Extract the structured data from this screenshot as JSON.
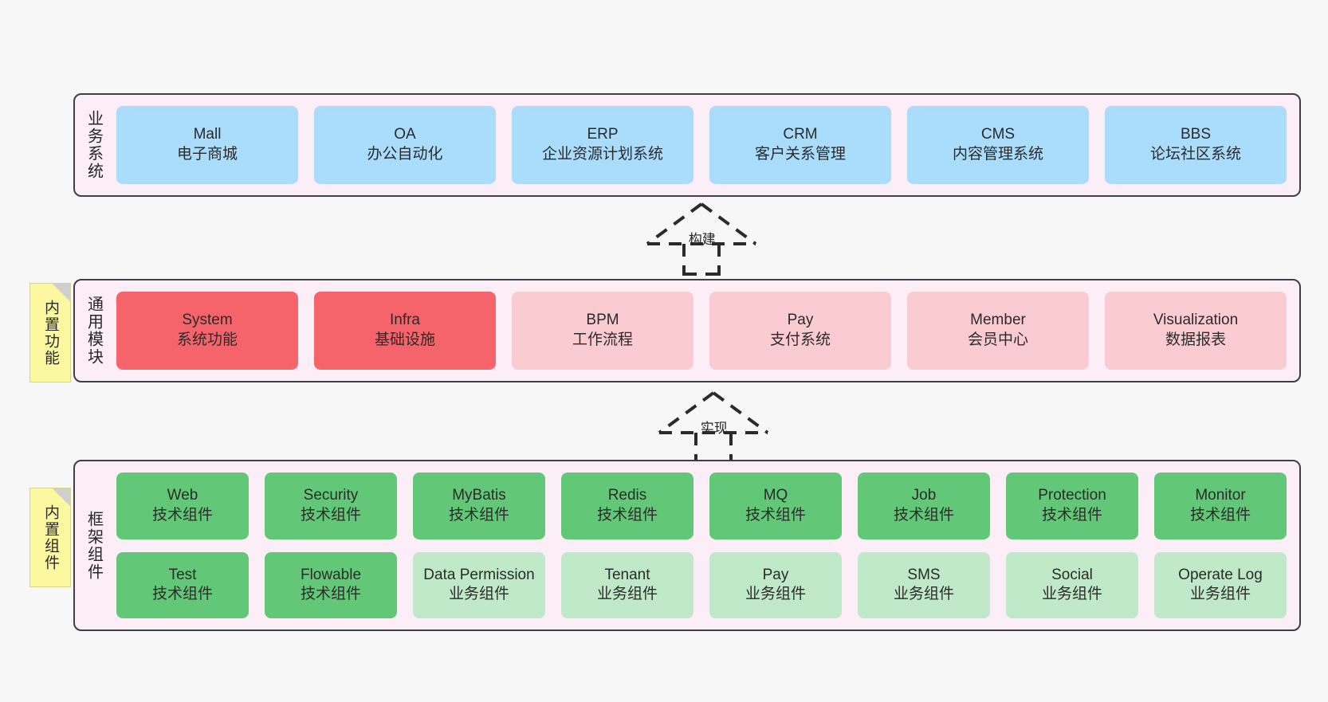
{
  "diagram": {
    "background_color": "#f7f7f7",
    "layer_fill": "#fbeef7",
    "layer_border": "#3f3f46",
    "note_color": "#fcf8a0"
  },
  "layers": [
    {
      "id": "business-systems",
      "title": "业务系统",
      "note": null,
      "rows": [
        [
          {
            "en": "Mall",
            "cn": "电子商城",
            "style": "blue",
            "color": "#aadcfb"
          },
          {
            "en": "OA",
            "cn": "办公自动化",
            "style": "blue",
            "color": "#aadcfb"
          },
          {
            "en": "ERP",
            "cn": "企业资源计划系统",
            "style": "blue",
            "color": "#aadcfb"
          },
          {
            "en": "CRM",
            "cn": "客户关系管理",
            "style": "blue",
            "color": "#aadcfb"
          },
          {
            "en": "CMS",
            "cn": "内容管理系统",
            "style": "blue",
            "color": "#aadcfb"
          },
          {
            "en": "BBS",
            "cn": "论坛社区系统",
            "style": "blue",
            "color": "#aadcfb"
          }
        ]
      ]
    },
    {
      "id": "common-modules",
      "title": "通用模块",
      "note": "内置功能",
      "rows": [
        [
          {
            "en": "System",
            "cn": "系统功能",
            "style": "red",
            "color": "#f4646a"
          },
          {
            "en": "Infra",
            "cn": "基础设施",
            "style": "red",
            "color": "#f4646a"
          },
          {
            "en": "BPM",
            "cn": "工作流程",
            "style": "pink",
            "color": "#fbcbd2"
          },
          {
            "en": "Pay",
            "cn": "支付系统",
            "style": "pink",
            "color": "#fbcbd2"
          },
          {
            "en": "Member",
            "cn": "会员中心",
            "style": "pink",
            "color": "#fbcbd2"
          },
          {
            "en": "Visualization",
            "cn": "数据报表",
            "style": "pink",
            "color": "#fbcbd2"
          }
        ]
      ]
    },
    {
      "id": "framework-components",
      "title": "框架组件",
      "note": "内置组件",
      "rows": [
        [
          {
            "en": "Web",
            "cn": "技术组件",
            "style": "green",
            "color": "#62c878"
          },
          {
            "en": "Security",
            "cn": "技术组件",
            "style": "green",
            "color": "#62c878"
          },
          {
            "en": "MyBatis",
            "cn": "技术组件",
            "style": "green",
            "color": "#62c878"
          },
          {
            "en": "Redis",
            "cn": "技术组件",
            "style": "green",
            "color": "#62c878"
          },
          {
            "en": "MQ",
            "cn": "技术组件",
            "style": "green",
            "color": "#62c878"
          },
          {
            "en": "Job",
            "cn": "技术组件",
            "style": "green",
            "color": "#62c878"
          },
          {
            "en": "Protection",
            "cn": "技术组件",
            "style": "green",
            "color": "#62c878"
          },
          {
            "en": "Monitor",
            "cn": "技术组件",
            "style": "green",
            "color": "#62c878"
          }
        ],
        [
          {
            "en": "Test",
            "cn": "技术组件",
            "style": "green",
            "color": "#62c878"
          },
          {
            "en": "Flowable",
            "cn": "技术组件",
            "style": "green",
            "color": "#62c878"
          },
          {
            "en": "Data Permission",
            "cn": "业务组件",
            "style": "lightgreen",
            "color": "#bfe9c8"
          },
          {
            "en": "Tenant",
            "cn": "业务组件",
            "style": "lightgreen",
            "color": "#bfe9c8"
          },
          {
            "en": "Pay",
            "cn": "业务组件",
            "style": "lightgreen",
            "color": "#bfe9c8"
          },
          {
            "en": "SMS",
            "cn": "业务组件",
            "style": "lightgreen",
            "color": "#bfe9c8"
          },
          {
            "en": "Social",
            "cn": "业务组件",
            "style": "lightgreen",
            "color": "#bfe9c8"
          },
          {
            "en": "Operate Log",
            "cn": "业务组件",
            "style": "lightgreen",
            "color": "#bfe9c8"
          }
        ]
      ]
    }
  ],
  "connectors": [
    {
      "id": "build",
      "label": "构建"
    },
    {
      "id": "implement",
      "label": "实现"
    }
  ]
}
